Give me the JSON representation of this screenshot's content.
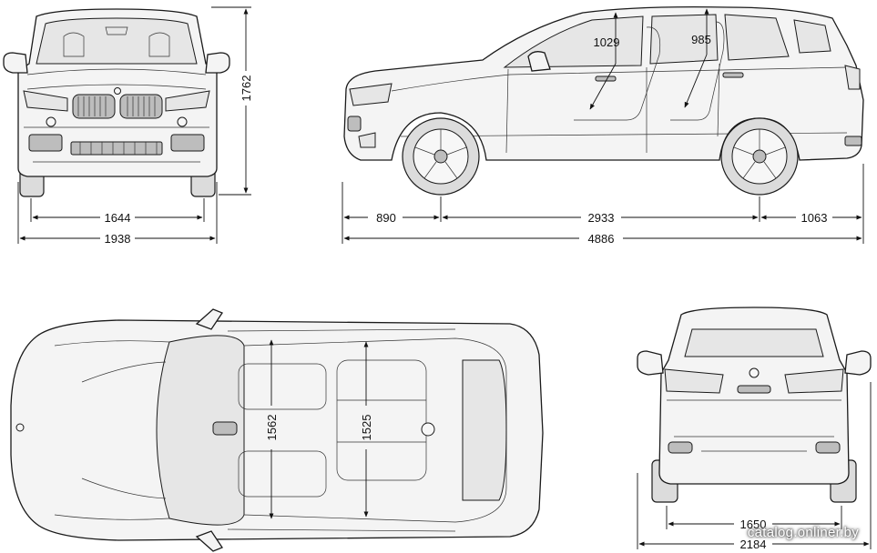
{
  "views": {
    "front": {
      "width": "1938",
      "front_track": "1644",
      "height": "1762"
    },
    "side": {
      "length": "4886",
      "front_overhang": "890",
      "wheelbase": "2933",
      "rear_overhang": "1063",
      "front_headroom": "1029",
      "rear_headroom": "985"
    },
    "top": {
      "front_shoulder": "1562",
      "rear_shoulder": "1525"
    },
    "rear": {
      "width_mirrors": "2184",
      "rear_track": "1650"
    }
  },
  "watermark": "catalog.onliner.by",
  "colors": {
    "line": "#1a1a1a",
    "fill": "#f4f4f4"
  }
}
